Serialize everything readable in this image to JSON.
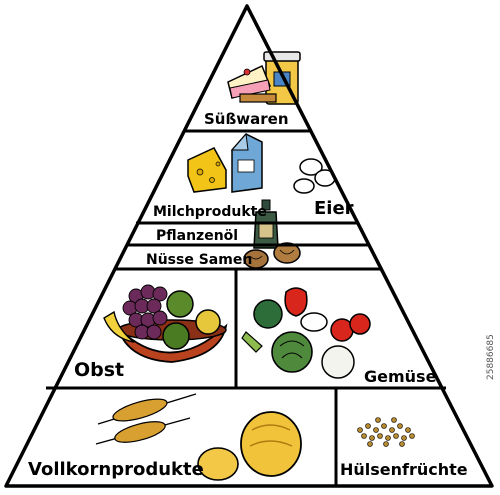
{
  "pyramid": {
    "levels": [
      {
        "id": "suesswaren",
        "label": "Süßwaren"
      },
      {
        "id": "milchprodukte",
        "label": "Milchprodukte"
      },
      {
        "id": "eier",
        "label": "Eier"
      },
      {
        "id": "pflanzenoel",
        "label": "Pflanzenöl"
      },
      {
        "id": "nuesse",
        "label": "Nüsse Samen"
      },
      {
        "id": "obst",
        "label": "Obst"
      },
      {
        "id": "gemuese",
        "label": "Gemüse"
      },
      {
        "id": "vollkorn",
        "label": "Vollkornprodukte"
      },
      {
        "id": "huelsen",
        "label": "Hülsenfrüchte"
      }
    ]
  },
  "watermark": {
    "id_text": "25886685"
  },
  "colors": {
    "outline": "#000000",
    "cheese": "#f2c418",
    "milk_carton": "#6fa8d6",
    "grape": "#6b2a5a",
    "apple_green": "#5a8a2a",
    "bowl": "#b8431e",
    "tomato": "#d8261c",
    "bread": "#f0c33a",
    "wheat": "#d8a030",
    "legumes": "#b5892e"
  }
}
